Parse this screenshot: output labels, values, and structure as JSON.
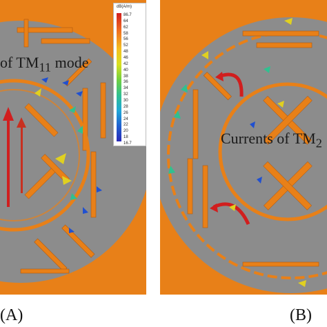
{
  "panels": [
    {
      "id": "A",
      "letter": "(A)",
      "mode_label": "of TM11 mode",
      "mode_base": "of TM",
      "mode_sub": "11",
      "mode_suffix": " mode"
    },
    {
      "id": "B",
      "letter": "(B)",
      "mode_label": "Currents of TM2",
      "mode_base": "Currents of TM",
      "mode_sub": "2"
    }
  ],
  "legend": {
    "unit": "dB(A/m)",
    "max": "86.7",
    "min": "16.7",
    "ticks": [
      "64",
      "62",
      "58",
      "56",
      "52",
      "48",
      "46",
      "42",
      "40",
      "38",
      "36",
      "34",
      "32",
      "30",
      "28",
      "26",
      "24",
      "22",
      "20",
      "18"
    ]
  },
  "colors": {
    "background": "#e88018",
    "substrate": "#8c8c8c",
    "strip": "#e88018",
    "arrow_high": "#d11e1e",
    "arrow_mid": "#e0d020",
    "arrow_low": "#2050d0"
  }
}
